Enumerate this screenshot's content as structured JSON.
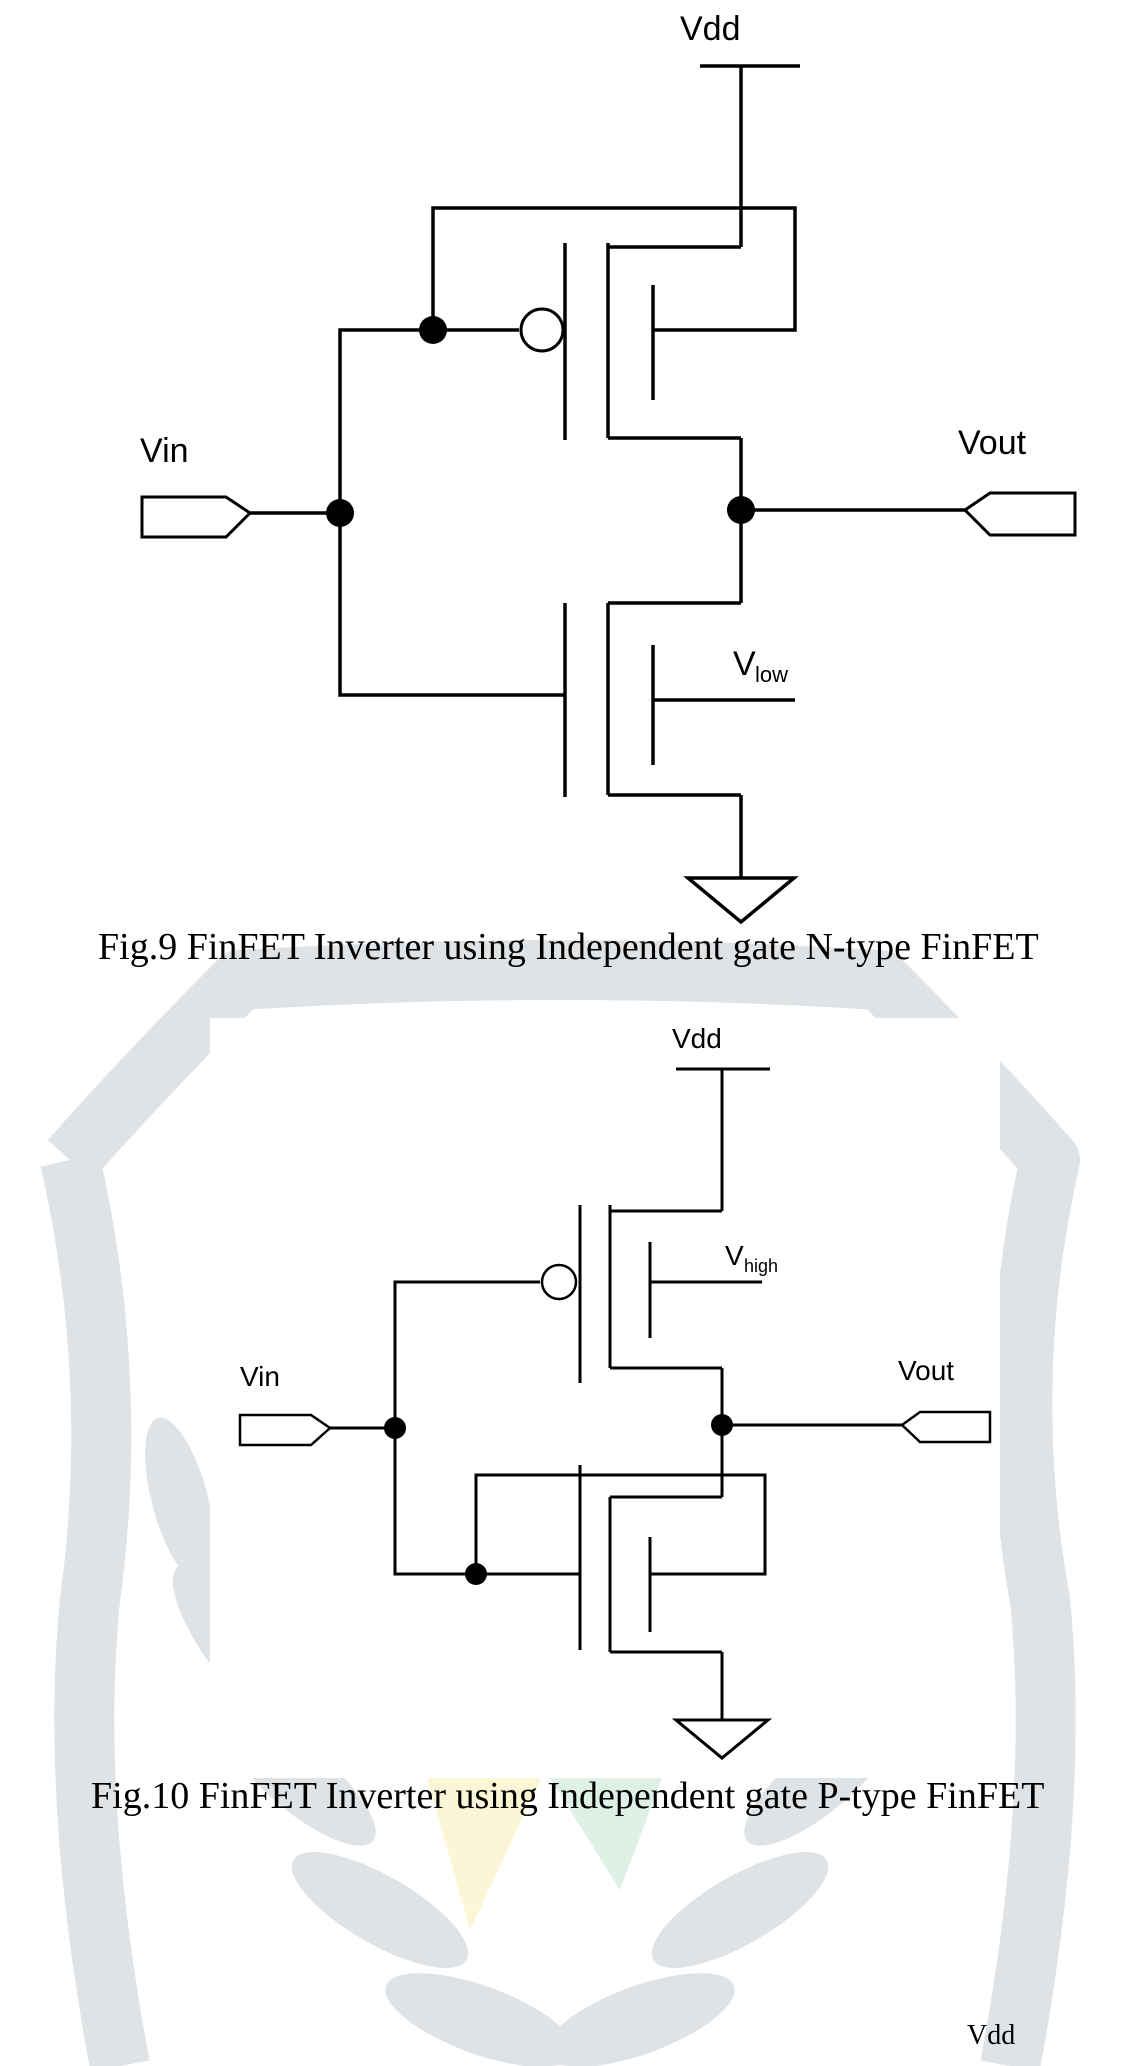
{
  "figures": [
    {
      "id": "fig9",
      "caption": "Fig.9 FinFET Inverter using Independent gate N-type FinFET",
      "labels": {
        "vdd": "Vdd",
        "vin": "Vin",
        "vout": "Vout",
        "bias": "V",
        "bias_sub": "low"
      }
    },
    {
      "id": "fig10",
      "caption": "Fig.10 FinFET Inverter using Independent gate P-type FinFET",
      "labels": {
        "vdd": "Vdd",
        "vin": "Vin",
        "vout": "Vout",
        "bias": "V",
        "bias_sub": "high"
      }
    }
  ],
  "footer": {
    "vdd_label": "Vdd"
  },
  "colors": {
    "wire": "#000000",
    "watermark_gray": "#dfe3e6",
    "watermark_yellow": "#fbf6d5",
    "watermark_green": "#dff1e6"
  }
}
